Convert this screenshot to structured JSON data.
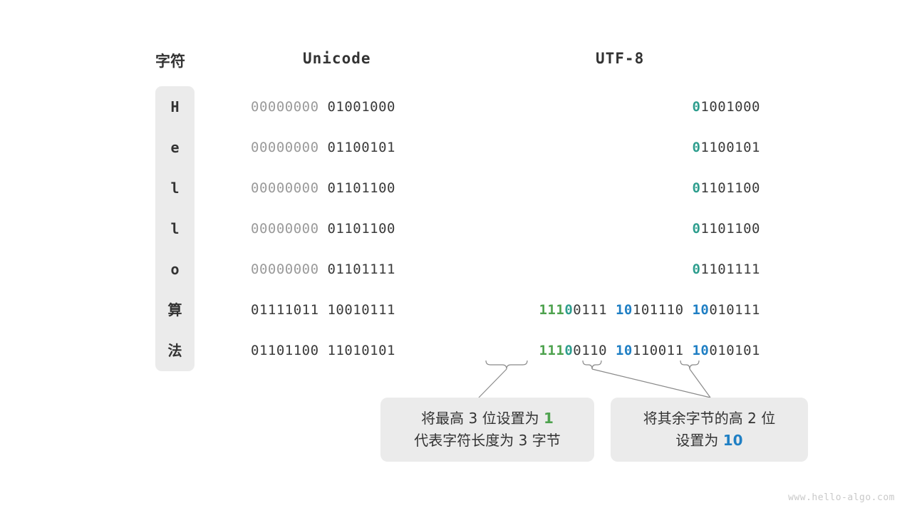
{
  "headers": {
    "char": "字符",
    "unicode": "Unicode",
    "utf8": "UTF-8"
  },
  "rows": [
    {
      "char": "H",
      "unicode_high": "00000000",
      "unicode_low": "01001000",
      "utf8": [
        {
          "prefix": "0",
          "prefix_color": "teal",
          "rest": "1001000"
        }
      ]
    },
    {
      "char": "e",
      "unicode_high": "00000000",
      "unicode_low": "01100101",
      "utf8": [
        {
          "prefix": "0",
          "prefix_color": "teal",
          "rest": "1100101"
        }
      ]
    },
    {
      "char": "l",
      "unicode_high": "00000000",
      "unicode_low": "01101100",
      "utf8": [
        {
          "prefix": "0",
          "prefix_color": "teal",
          "rest": "1101100"
        }
      ]
    },
    {
      "char": "l",
      "unicode_high": "00000000",
      "unicode_low": "01101100",
      "utf8": [
        {
          "prefix": "0",
          "prefix_color": "teal",
          "rest": "1101100"
        }
      ]
    },
    {
      "char": "o",
      "unicode_high": "00000000",
      "unicode_low": "01101111",
      "utf8": [
        {
          "prefix": "0",
          "prefix_color": "teal",
          "rest": "1101111"
        }
      ]
    },
    {
      "char": "算",
      "unicode_high": "01111011",
      "unicode_low": "10010111",
      "utf8": [
        {
          "prefix": "111",
          "prefix_color": "green",
          "prefix2": "0",
          "prefix2_color": "teal",
          "rest": "0111"
        },
        {
          "prefix": "10",
          "prefix_color": "blue",
          "rest": "101110"
        },
        {
          "prefix": "10",
          "prefix_color": "blue",
          "rest": "010111"
        }
      ]
    },
    {
      "char": "法",
      "unicode_high": "01101100",
      "unicode_low": "11010101",
      "utf8": [
        {
          "prefix": "111",
          "prefix_color": "green",
          "prefix2": "0",
          "prefix2_color": "teal",
          "rest": "0110"
        },
        {
          "prefix": "10",
          "prefix_color": "blue",
          "rest": "110011"
        },
        {
          "prefix": "10",
          "prefix_color": "blue",
          "rest": "010101"
        }
      ]
    }
  ],
  "callouts": {
    "left": {
      "line1_a": "将最高 3 位设置为 ",
      "line1_b": "1",
      "line2": "代表字符长度为 3 字节"
    },
    "right": {
      "line1": "将其余字节的高 2 位",
      "line2_a": "设置为 ",
      "line2_b": "10"
    }
  },
  "watermark": "www.hello-algo.com",
  "colors": {
    "green": "#4ea24e",
    "blue": "#1f7fc4",
    "teal": "#2e9e8e",
    "dim": "#9a9a9a",
    "text": "#3a3a3a",
    "pill": "#ebebeb"
  }
}
